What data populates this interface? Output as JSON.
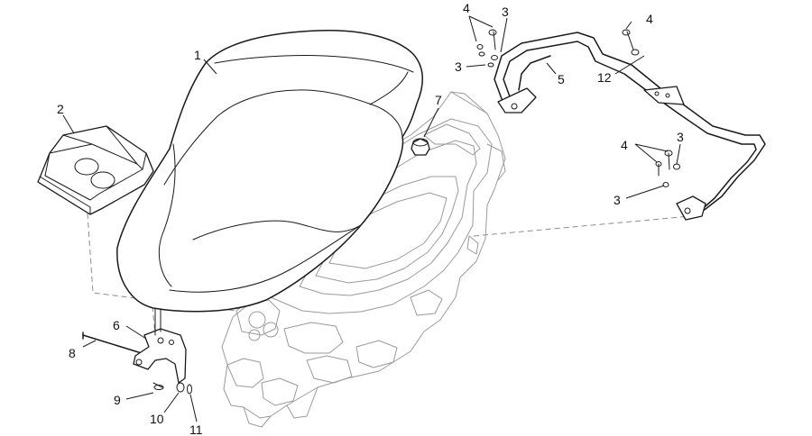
{
  "callouts": [
    {
      "id": "c1",
      "text": "1"
    },
    {
      "id": "c2",
      "text": "2"
    },
    {
      "id": "c3a",
      "text": "3"
    },
    {
      "id": "c3b",
      "text": "3"
    },
    {
      "id": "c3c",
      "text": "3"
    },
    {
      "id": "c3d",
      "text": "3"
    },
    {
      "id": "c4a",
      "text": "4"
    },
    {
      "id": "c4b",
      "text": "4"
    },
    {
      "id": "c4c",
      "text": "4"
    },
    {
      "id": "c5",
      "text": "5"
    },
    {
      "id": "c6",
      "text": "6"
    },
    {
      "id": "c7",
      "text": "7"
    },
    {
      "id": "c8",
      "text": "8"
    },
    {
      "id": "c9",
      "text": "9"
    },
    {
      "id": "c10",
      "text": "10"
    },
    {
      "id": "c11",
      "text": "11"
    },
    {
      "id": "c12",
      "text": "12"
    }
  ],
  "colors": {
    "line": "#1a1a1a",
    "faint_line": "#9a9a9a",
    "background": "#ffffff"
  }
}
